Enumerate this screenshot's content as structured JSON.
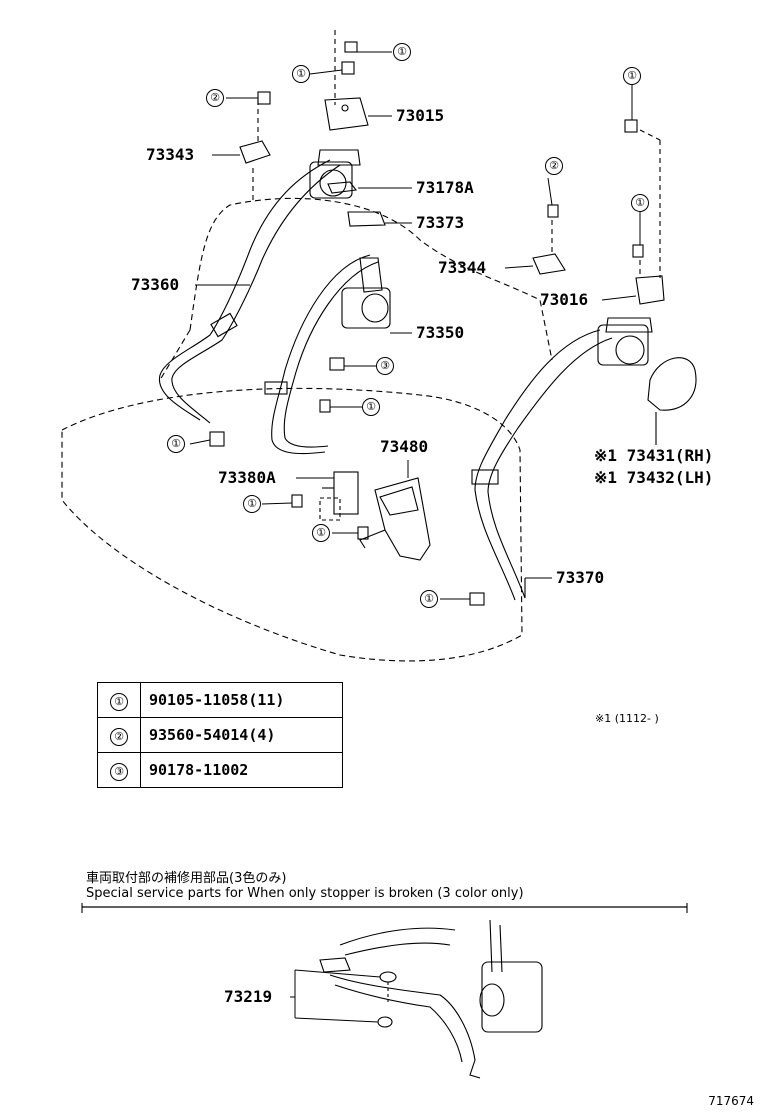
{
  "part_labels": {
    "p73015": "73015",
    "p73343": "73343",
    "p73178a": "73178A",
    "p73373": "73373",
    "p73344": "73344",
    "p73360": "73360",
    "p73016": "73016",
    "p73350": "73350",
    "p73480": "73480",
    "p73380a": "73380A",
    "p73431": "※1 73431(RH)",
    "p73432": "※1 73432(LH)",
    "p73370": "73370",
    "p73219": "73219"
  },
  "callouts": {
    "one": "①",
    "two": "②",
    "three": "③"
  },
  "legend": [
    {
      "symbol": "①",
      "part": "90105-11058(11)"
    },
    {
      "symbol": "②",
      "part": "93560-54014(4)"
    },
    {
      "symbol": "③",
      "part": "90178-11002"
    }
  ],
  "footnote": "※1 (1112-    )",
  "special_section": {
    "title_jp": "車両取付部の補修用部品(3色のみ)",
    "title_en": "Special service parts for When only stopper is broken (3 color only)"
  },
  "figure_number": "717674"
}
